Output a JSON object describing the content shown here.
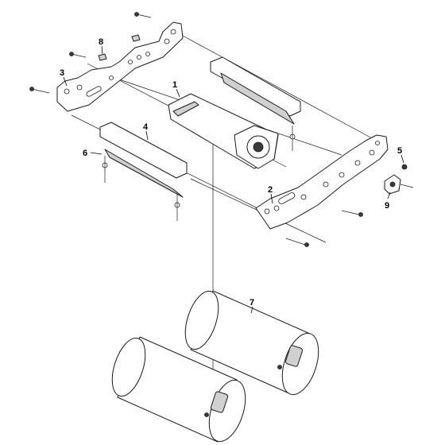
{
  "callouts": [
    {
      "id": "1",
      "text": "1"
    },
    {
      "id": "2",
      "text": "2"
    },
    {
      "id": "3",
      "text": "3"
    },
    {
      "id": "4",
      "text": "4"
    },
    {
      "id": "5",
      "text": "5"
    },
    {
      "id": "6",
      "text": "6"
    },
    {
      "id": "7",
      "text": "7"
    },
    {
      "id": "8",
      "text": "8"
    },
    {
      "id": "9",
      "text": "9"
    }
  ],
  "colors": {
    "line": "#1a1a1a",
    "shade": "#d0d0d0",
    "background": "#ffffff"
  }
}
